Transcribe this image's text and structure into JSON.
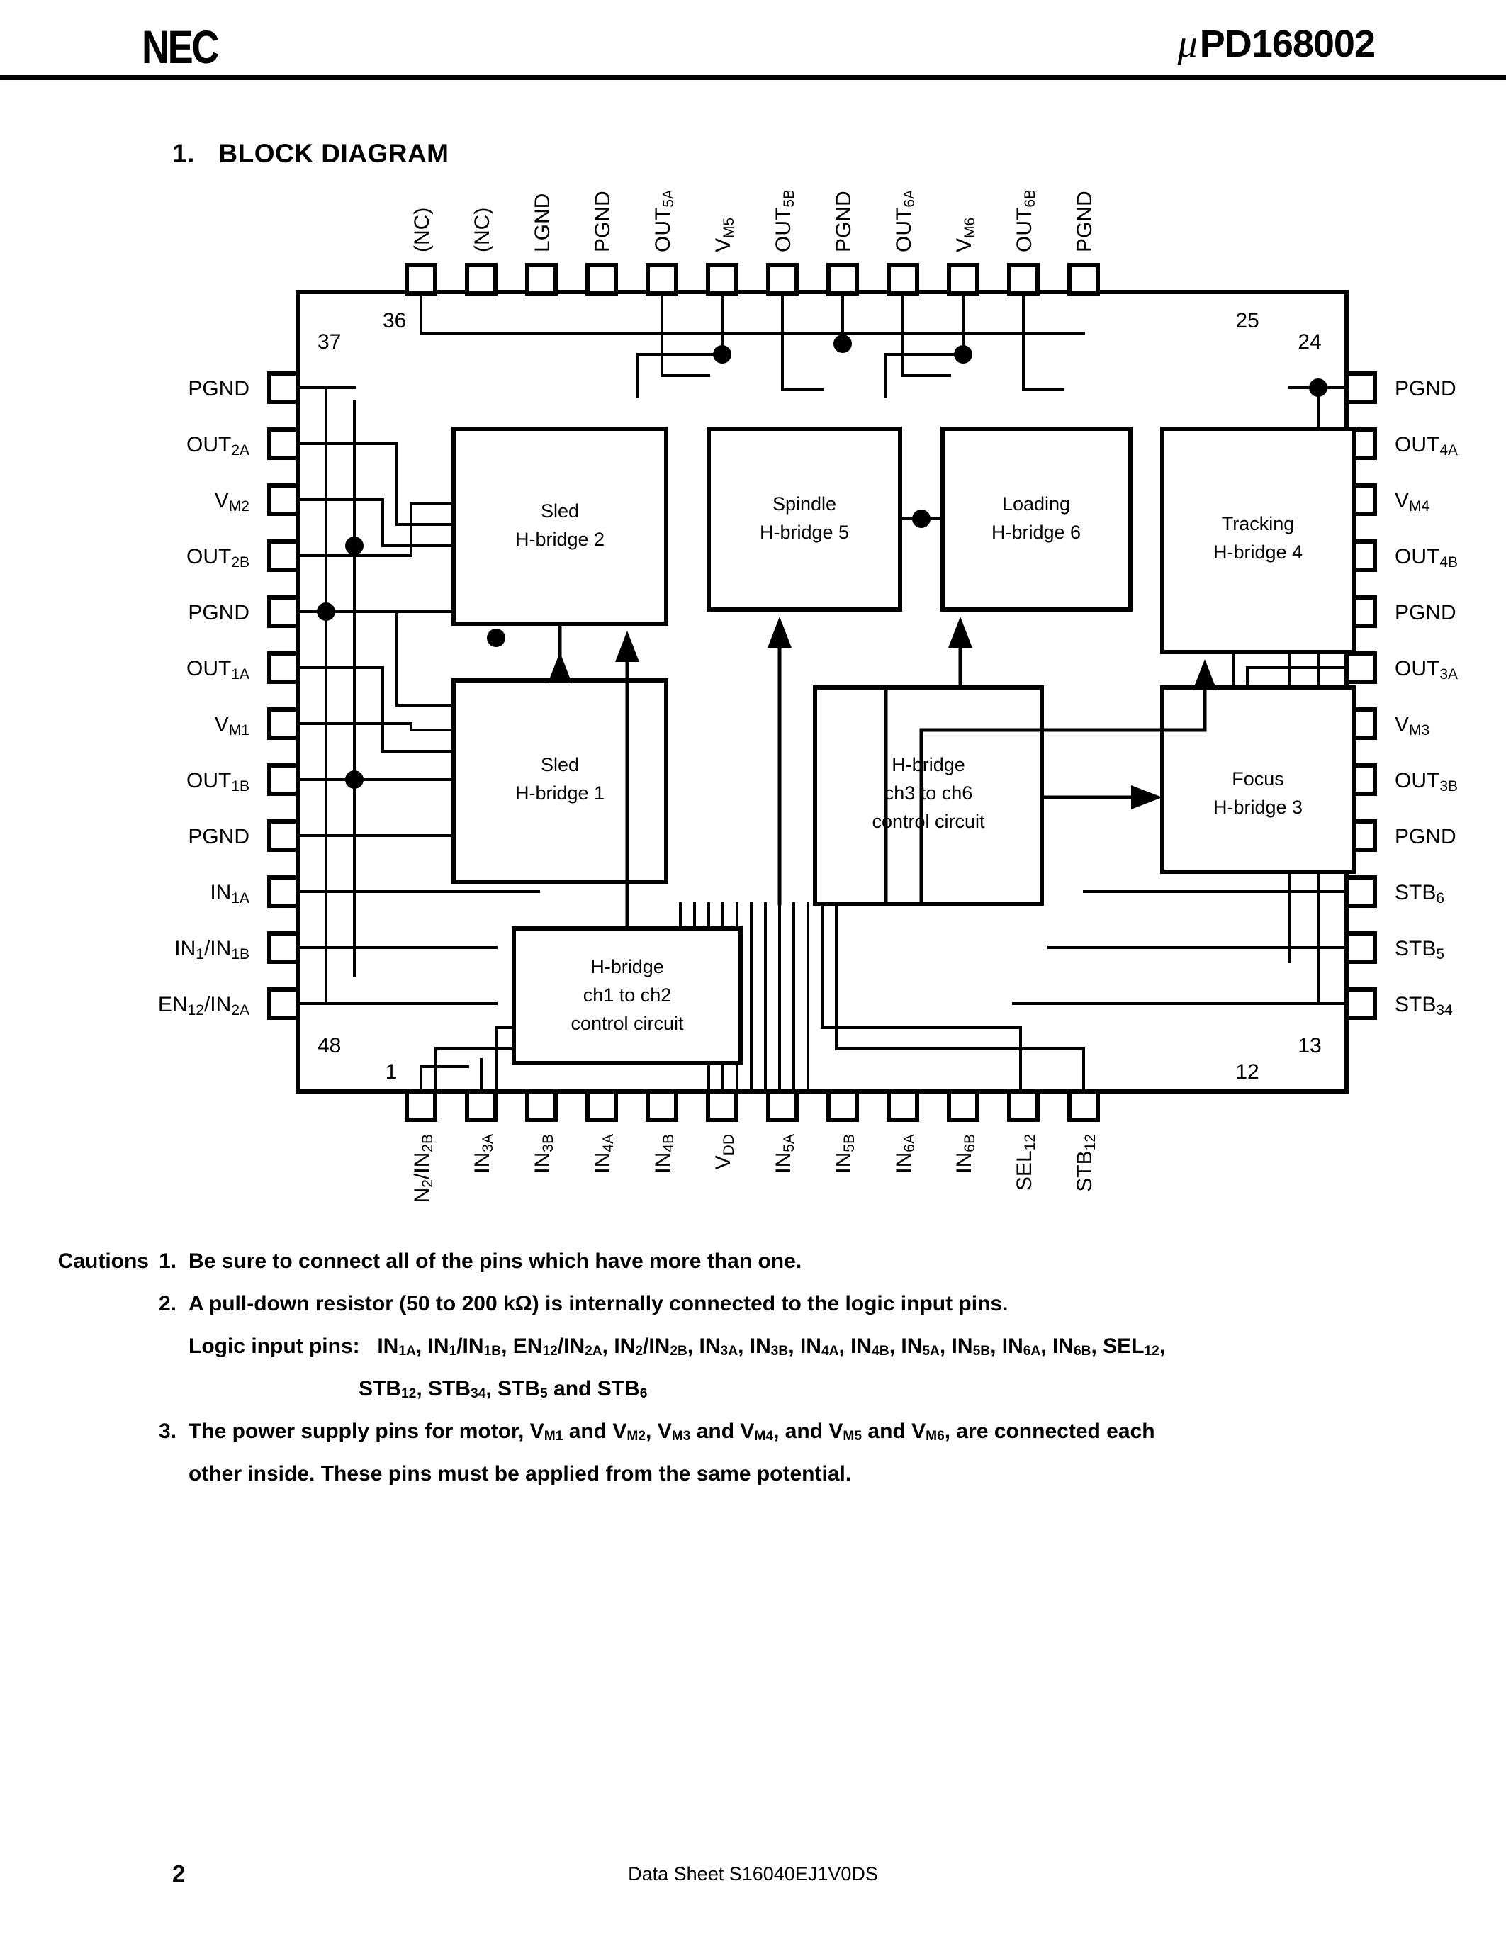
{
  "header": {
    "logo": "NEC",
    "mu": "μ",
    "part_number": "PD168002"
  },
  "section": {
    "number": "1.",
    "title": "BLOCK  DIAGRAM"
  },
  "diagram": {
    "corner_numbers": {
      "top_left_side": "37",
      "top_left_top": "36",
      "top_right_top": "25",
      "top_right_side": "24",
      "bottom_left_side": "48",
      "bottom_left_bottom": "1",
      "bottom_right_bottom": "12",
      "bottom_right_side": "13"
    },
    "blocks": [
      {
        "id": "sled2",
        "line1": "Sled",
        "line2": "H-bridge 2"
      },
      {
        "id": "sled1",
        "line1": "Sled",
        "line2": "H-bridge 1"
      },
      {
        "id": "spindle5",
        "line1": "Spindle",
        "line2": "H-bridge 5"
      },
      {
        "id": "loading6",
        "line1": "Loading",
        "line2": "H-bridge 6"
      },
      {
        "id": "tracking4",
        "line1": "Tracking",
        "line2": "H-bridge 4"
      },
      {
        "id": "focus3",
        "line1": "Focus",
        "line2": "H-bridge 3"
      },
      {
        "id": "ctrl12",
        "line1": "H-bridge",
        "line2": "ch1 to ch2",
        "line3": "control circuit"
      },
      {
        "id": "ctrl36",
        "line1": "H-bridge",
        "line2": "ch3 to ch6",
        "line3": "control circuit"
      }
    ],
    "pins_top": [
      "(NC)",
      "(NC)",
      "LGND",
      "PGND",
      "OUT5A",
      "VM5",
      "OUT5B",
      "PGND",
      "OUT6A",
      "VM6",
      "OUT6B",
      "PGND"
    ],
    "pins_left": [
      "PGND",
      "OUT2A",
      "VM2",
      "OUT2B",
      "PGND",
      "OUT1A",
      "VM1",
      "OUT1B",
      "PGND",
      "IN1A",
      "IN1/IN1B",
      "EN12/IN2A"
    ],
    "pins_right": [
      "PGND",
      "OUT4A",
      "VM4",
      "OUT4B",
      "PGND",
      "OUT3A",
      "VM3",
      "OUT3B",
      "PGND",
      "STB6",
      "STB5",
      "STB34"
    ],
    "pins_bottom": [
      "IN2/IN2B",
      "IN3A",
      "IN3B",
      "IN4A",
      "IN4B",
      "VDD",
      "IN5A",
      "IN5B",
      "IN6A",
      "IN6B",
      "SEL12",
      "STB12"
    ]
  },
  "cautions": {
    "label": "Cautions",
    "items": [
      {
        "num": "1.",
        "text": "Be sure to connect all of the pins which have more than one."
      },
      {
        "num": "2.",
        "text": "A pull-down resistor (50 to 200 kΩ) is internally connected to the logic input pins.",
        "sub_lead": "Logic input pins:",
        "sub_line1": "IN1A, IN1/IN1B, EN12/IN2A, IN2/IN2B, IN3A, IN3B, IN4A, IN4B, IN5A, IN5B, IN6A, IN6B, SEL12,",
        "sub_line2": "STB12, STB34, STB5 and STB6"
      },
      {
        "num": "3.",
        "text": "The power supply pins for motor, VM1 and VM2, VM3 and VM4, and VM5 and VM6, are connected each",
        "line2": "other inside.  These pins must be applied from the same potential."
      }
    ]
  },
  "footer": {
    "page_number": "2",
    "text": "Data Sheet  S16040EJ1V0DS"
  }
}
